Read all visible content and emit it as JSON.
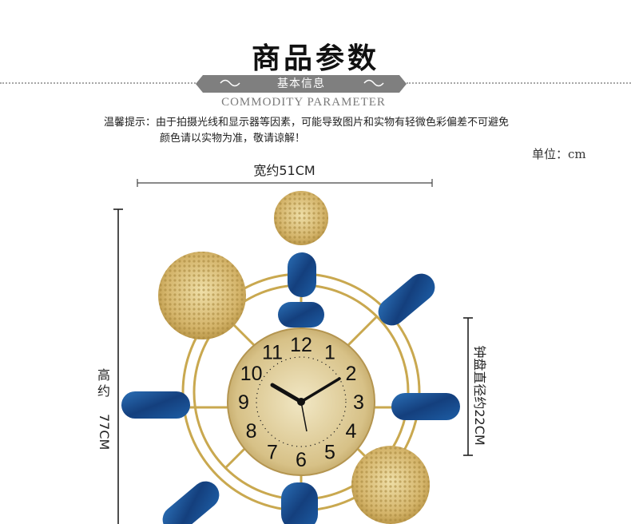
{
  "header": {
    "title": "商品参数",
    "banner_label": "基本信息",
    "subtitle_en": "COMMODITY PARAMETER"
  },
  "notice": {
    "line1": "温馨提示：由于拍摄光线和显示器等因素，可能导致图片和实物有轻微色彩偏差不可避免",
    "line2": "颜色请以实物为准，敬请谅解！"
  },
  "unit_label": "单位：cm",
  "dimensions": {
    "width_label": "宽约51CM",
    "height_label_chars": [
      "高",
      "约",
      "77CM"
    ],
    "dial_label": "钟盘直径约22CM"
  },
  "clock": {
    "numerals": [
      "12",
      "1",
      "2",
      "3",
      "4",
      "5",
      "6",
      "7",
      "8",
      "9",
      "10",
      "11"
    ],
    "colors": {
      "gold": "#c9a84f",
      "gold_light": "#e3cf8f",
      "blue": "#1e4f8a",
      "blue_dark": "#0f2f63",
      "dial_face": "#d8c48f"
    }
  }
}
